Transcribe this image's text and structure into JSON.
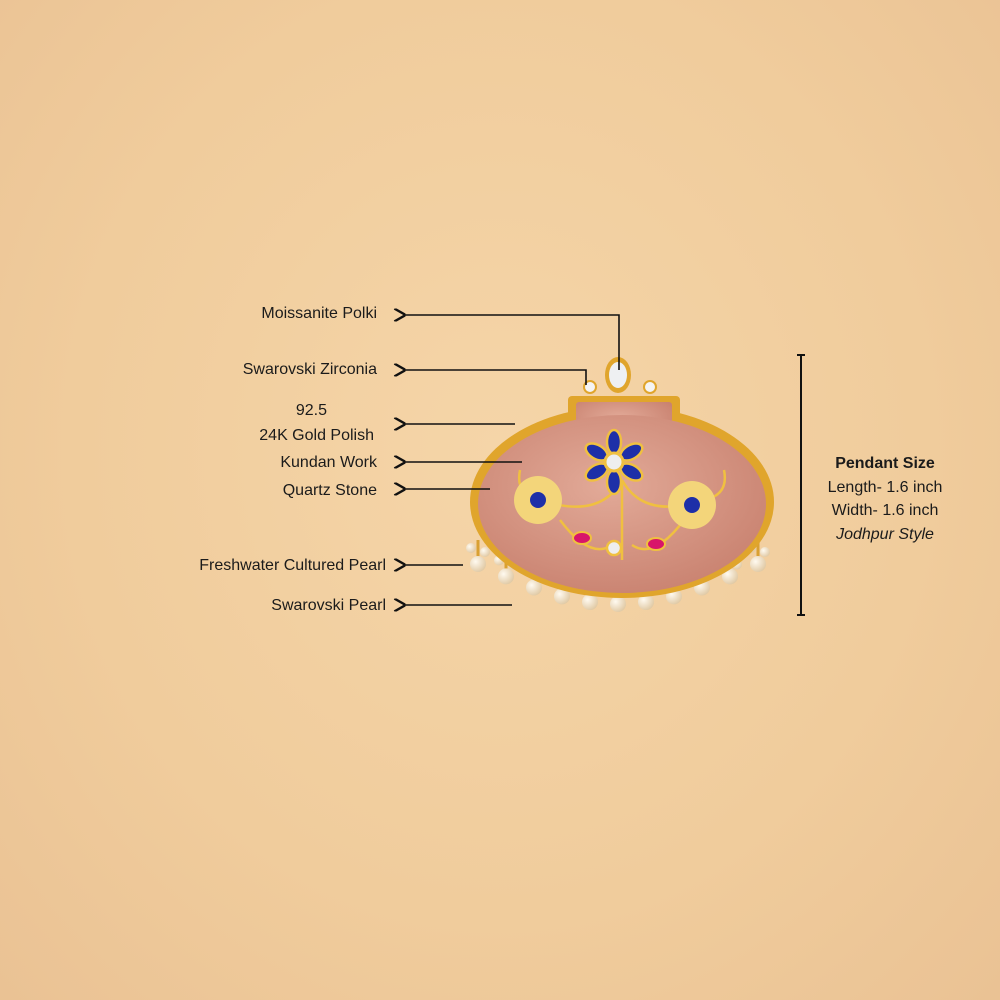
{
  "labels": {
    "moissanite_polki": "Moissanite Polki",
    "swarovski_zirconia": "Swarovski Zirconia",
    "silver_grade": "92.5",
    "gold_polish": "24K Gold Polish",
    "kundan_work": "Kundan Work",
    "quartz_stone": "Quartz Stone",
    "freshwater_pearl": "Freshwater Cultured Pearl",
    "swarovski_pearl": "Swarovski Pearl"
  },
  "specs": {
    "title": "Pendant Size",
    "length": "Length- 1.6 inch",
    "width": "Width- 1.6 inch",
    "style": "Jodhpur Style"
  },
  "colors": {
    "background": "#f0cc9c",
    "gold": "#e0a52c",
    "quartz": "#d99a86",
    "blue": "#1d2fa8",
    "ruby": "#d8156a",
    "pearl": "#f5ecd8"
  }
}
